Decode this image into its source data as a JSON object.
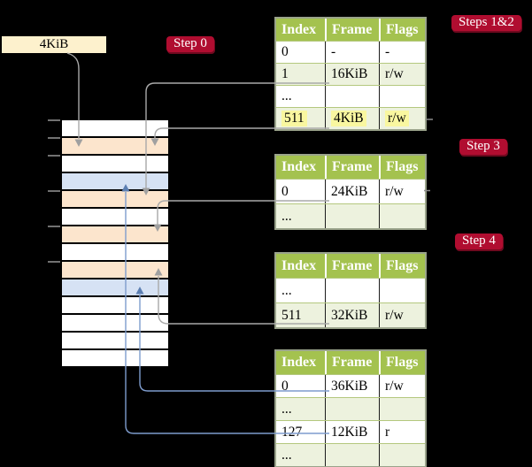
{
  "frame_box": {
    "label": "4KiB"
  },
  "badges": {
    "step0": "Step 0",
    "steps12": "Steps 1&2",
    "step3": "Step 3",
    "step4": "Step 4"
  },
  "table_headers": [
    "Index",
    "Frame",
    "Flags"
  ],
  "tables": {
    "t1": {
      "rows": [
        {
          "cells": [
            "0",
            "-",
            "-"
          ]
        },
        {
          "cells": [
            "1",
            "16KiB",
            "r/w"
          ]
        },
        {
          "cells": [
            "...",
            "",
            ""
          ]
        },
        {
          "cells": [
            "511",
            "4KiB",
            "r/w"
          ],
          "highlight": true
        }
      ]
    },
    "t2": {
      "rows": [
        {
          "cells": [
            "0",
            "24KiB",
            "r/w"
          ]
        },
        {
          "cells": [
            "...",
            "",
            ""
          ]
        }
      ]
    },
    "t3": {
      "rows": [
        {
          "cells": [
            "...",
            "",
            ""
          ]
        },
        {
          "cells": [
            "511",
            "32KiB",
            "r/w"
          ]
        }
      ]
    },
    "t4": {
      "rows": [
        {
          "cells": [
            "0",
            "36KiB",
            "r/w"
          ]
        },
        {
          "cells": [
            "...",
            "",
            ""
          ]
        },
        {
          "cells": [
            "127",
            "12KiB",
            "r"
          ]
        },
        {
          "cells": [
            "...",
            "",
            ""
          ]
        }
      ]
    }
  },
  "memory": {
    "rows": [
      {
        "type": "white"
      },
      {
        "type": "orange"
      },
      {
        "type": "white"
      },
      {
        "type": "blue"
      },
      {
        "type": "orange"
      },
      {
        "type": "white"
      },
      {
        "type": "orange"
      },
      {
        "type": "white"
      },
      {
        "type": "orange"
      },
      {
        "type": "blue"
      },
      {
        "type": "white"
      },
      {
        "type": "white"
      },
      {
        "type": "white"
      },
      {
        "type": "white"
      }
    ]
  },
  "colors": {
    "background": "#000000",
    "badge_red": "#b00d30",
    "header_green": "#a4c24f",
    "row_light_green": "#edf2de",
    "frame_cream": "#fdf1cd",
    "memory_orange": "#fce5cd",
    "memory_blue": "#d6e2f4",
    "highlight_yellow": "#f9f7a0",
    "gray_line": "#a9a9a9",
    "blue_line": "#7e9ccd"
  }
}
